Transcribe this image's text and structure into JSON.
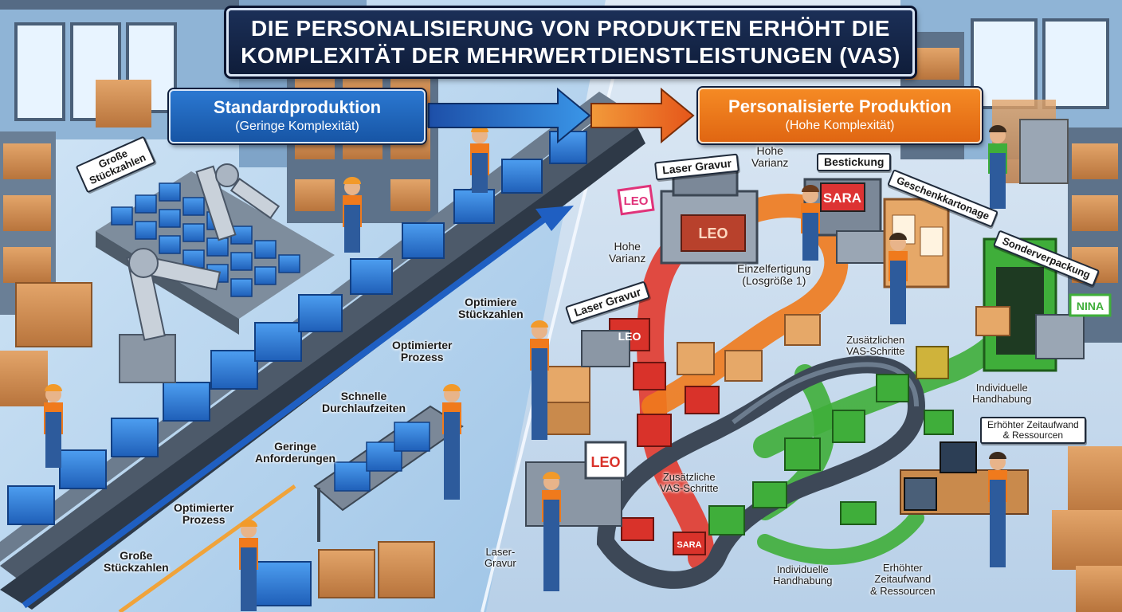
{
  "title": {
    "line1": "DIE PERSONALISIERUNG VON PRODUKTEN ERHÖHT DIE",
    "line2": "KOMPLEXITÄT DER MEHRWERTDIENSTLEISTUNGEN (VAS)"
  },
  "standard": {
    "heading": "Standardproduktion",
    "subheading": "(Geringe Komplexität)",
    "labels": {
      "grosse_stueckzahlen_top_1": "Große",
      "grosse_stueckzahlen_top_2": "Stückzahlen",
      "optimiere_1": "Optimiere",
      "optimiere_2": "Stückzahlen",
      "optimierter_prozess_a_1": "Optimierter",
      "optimierter_prozess_a_2": "Prozess",
      "schnelle_1": "Schnelle",
      "schnelle_2": "Durchlaufzeiten",
      "geringe_1": "Geringe",
      "geringe_2": "Anforderungen",
      "optimierter_prozess_b_1": "Optimierter",
      "optimierter_prozess_b_2": "Prozess",
      "grosse_stueckzahlen_bottom_1": "Große",
      "grosse_stueckzahlen_bottom_2": "Stückzahlen"
    }
  },
  "personalized": {
    "heading": "Personalisierte Produktion",
    "subheading": "(Hohe Komplexität)",
    "labels": {
      "laser_gravur_top": "Laser Gravur",
      "hohe_varianz_top_1": "Hohe",
      "hohe_varianz_top_2": "Varianz",
      "bestickung": "Bestickung",
      "geschenkkartonage": "Geschenkkartonage",
      "hohe_varianz_left_1": "Hohe",
      "hohe_varianz_left_2": "Varianz",
      "einzelfertigung_1": "Einzelfertigung",
      "einzelfertigung_2": "(Losgröße 1)",
      "sonderverpackung": "Sonderverpackung",
      "laser_gravur_mid": "Laser Gravur",
      "zusaetzliche_a_1": "Zusätzlichen",
      "zusaetzliche_a_2": "VAS-Schritte",
      "individuelle_a_1": "Individuelle",
      "individuelle_a_2": "Handhabung",
      "erhoehter_a_1": "Erhöhter Zeitaufwand",
      "erhoehter_a_2": "& Ressourcen",
      "zusaetzliche_b_1": "Zusätzliche",
      "zusaetzliche_b_2": "VAS-Schritte",
      "laser_gravur_bottom_1": "Laser-",
      "laser_gravur_bottom_2": "Gravur",
      "individuelle_b_1": "Individuelle",
      "individuelle_b_2": "Handhabung",
      "erhoehter_b_1": "Erhöhter",
      "erhoehter_b_2": "Zeitaufwand",
      "erhoehter_b_3": "& Ressourcen"
    },
    "screen_names": {
      "leo_tag": "LEO",
      "leo_laser": "LEO",
      "sara_screen": "SARA",
      "leo_box": "LEO",
      "nina_tag": "NINA",
      "leo_monitor": "LEO",
      "sara_box": "SARA"
    }
  },
  "colors": {
    "standard_blue": "#1e63c4",
    "personal_orange": "#f07a1c",
    "title_navy": "#13254a",
    "path_red": "#e23a2e",
    "path_green": "#3fae3a",
    "floor_left": "#b9d6ee",
    "floor_right": "#c9ddf0"
  }
}
